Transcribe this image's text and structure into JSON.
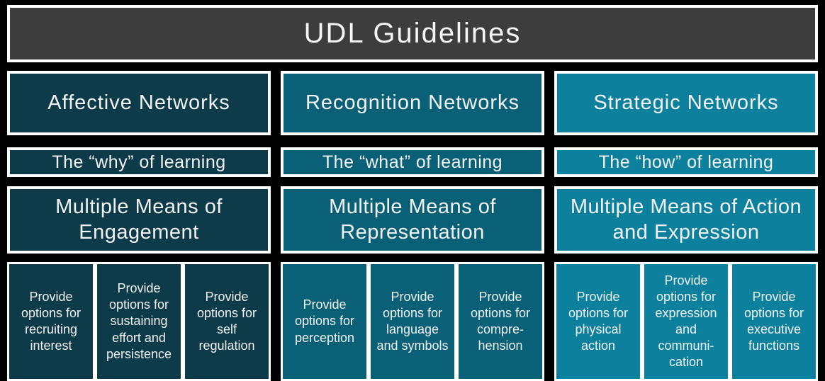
{
  "title": "UDL Guidelines",
  "colors": {
    "background": "#000000",
    "header_fill": "#3d3d3d",
    "border": "#ffffff",
    "text": "#f2f2f2",
    "affective_fill": "#0d3b4a",
    "recognition_fill": "#0a6076",
    "strategic_fill": "#0d809e"
  },
  "columns": [
    {
      "network": "Affective Networks",
      "learning": "The “why” of learning",
      "means": "Multiple Means of Engagement",
      "options": [
        "Provide options for recruiting interest",
        "Provide options for sustaining effort and persistence",
        "Provide options for self regulation"
      ]
    },
    {
      "network": "Recognition Networks",
      "learning": "The “what” of learning",
      "means": "Multiple Means of Representation",
      "options": [
        "Provide options for perception",
        "Provide options for language and symbols",
        "Provide options for compre‑ hension"
      ]
    },
    {
      "network": "Strategic Networks",
      "learning": "The “how” of learning",
      "means": "Multiple Means of Action and Expression",
      "options": [
        "Provide options for physical action",
        "Provide options for expression and communi‑ cation",
        "Provide options for executive functions"
      ]
    }
  ]
}
